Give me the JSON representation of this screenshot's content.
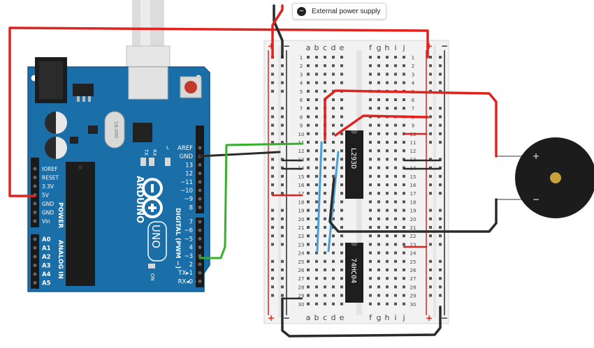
{
  "tooltip": {
    "label": "External power supply",
    "icon": "minus-circle-icon"
  },
  "arduino": {
    "brand": "ARDUINO",
    "model": "UNO",
    "crystal": "16.000",
    "on_label": "ON",
    "tx_label": "TX",
    "rx_label": "RX",
    "l_label": "L",
    "power_label": "POWER",
    "analog_label": "ANALOG IN",
    "digital_label": "DIGITAL (PWM ~)",
    "power_pins": [
      "IOREF",
      "RESET",
      "3.3V",
      "5V",
      "GND",
      "GND",
      "Vin"
    ],
    "analog_pins": [
      "A0",
      "A1",
      "A2",
      "A3",
      "A4",
      "A5"
    ],
    "top_pins": [
      "AREF",
      "GND",
      "13",
      "12",
      "~11",
      "~10",
      "~9",
      "8"
    ],
    "bottom_pins": [
      "7",
      "~6",
      "~5",
      "4",
      "~3",
      "2",
      "TX▸1",
      "RX◂0"
    ]
  },
  "breadboard": {
    "columns_left": [
      "a",
      "b",
      "c",
      "d",
      "e"
    ],
    "columns_right": [
      "f",
      "g",
      "h",
      "i",
      "j"
    ],
    "rows": [
      "1",
      "2",
      "3",
      "4",
      "5",
      "6",
      "7",
      "8",
      "9",
      "10",
      "11",
      "12",
      "13",
      "14",
      "15",
      "16",
      "17",
      "18",
      "19",
      "20",
      "21",
      "22",
      "23",
      "24",
      "25",
      "26",
      "27",
      "28",
      "29",
      "30"
    ],
    "plus": "+",
    "minus": "−"
  },
  "chips": [
    {
      "label": "L293D"
    },
    {
      "label": "74HC04"
    }
  ],
  "buzzer": {
    "plus": "+",
    "minus": "−"
  },
  "colors": {
    "board": "#1b6fa8",
    "board_dark": "#14578a",
    "red_wire": "#e0231f",
    "black_wire": "#2a2a2a",
    "green_wire": "#35b02d",
    "blue_wire": "#4a9fd8"
  }
}
